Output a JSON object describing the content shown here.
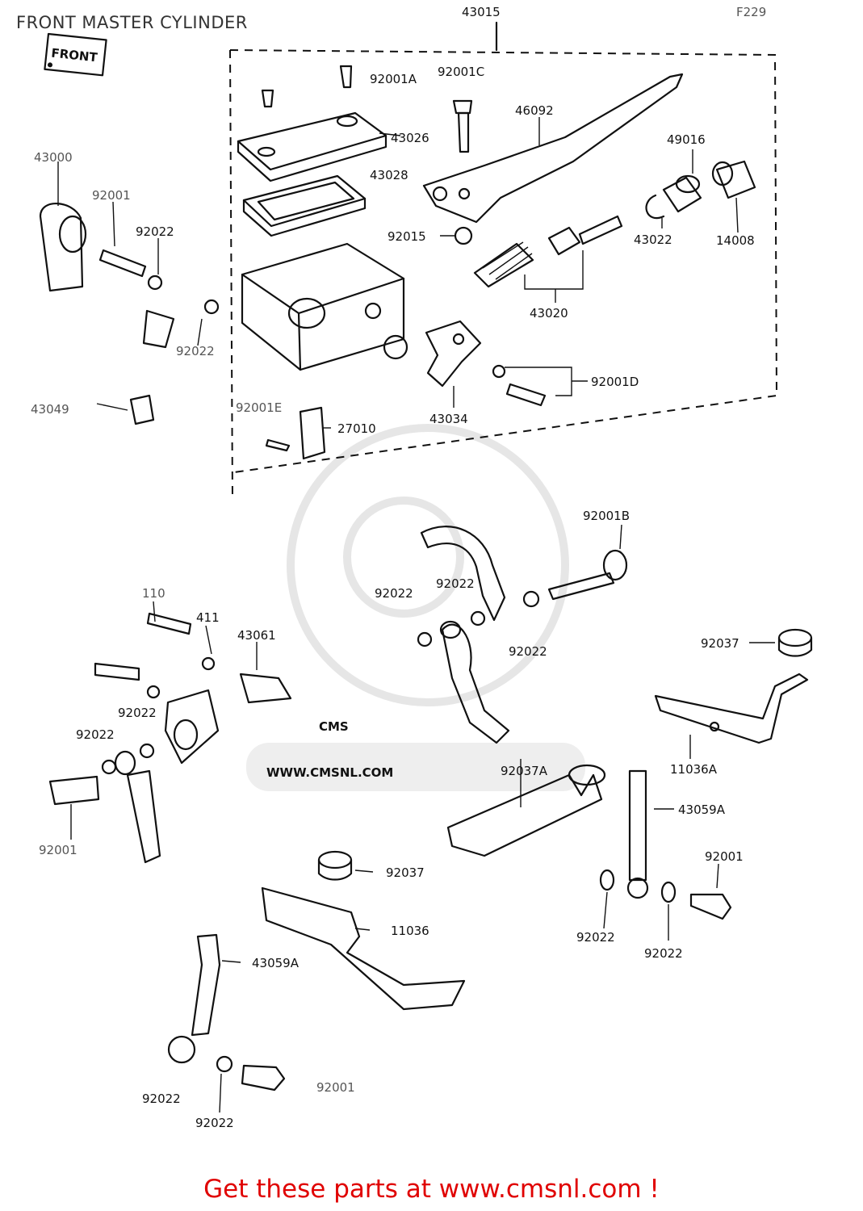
{
  "page": {
    "title": "FRONT MASTER CYLINDER",
    "footer": "Get these parts at www.cmsnl.com !",
    "diagram_code": "F229",
    "front_marker": "FRONT"
  },
  "watermark": {
    "text_big": "CMS",
    "text_url": "WWW.CMSNL.COM"
  },
  "parts": [
    {
      "id": "p43015",
      "label": "43015"
    },
    {
      "id": "p92001A",
      "label": "92001A"
    },
    {
      "id": "p92001C",
      "label": "92001C"
    },
    {
      "id": "p43026",
      "label": "43026"
    },
    {
      "id": "p46092",
      "label": "46092"
    },
    {
      "id": "p43028",
      "label": "43028"
    },
    {
      "id": "p49016",
      "label": "49016"
    },
    {
      "id": "p92015",
      "label": "92015"
    },
    {
      "id": "p14008",
      "label": "14008"
    },
    {
      "id": "p43022",
      "label": "43022"
    },
    {
      "id": "p43020",
      "label": "43020"
    },
    {
      "id": "p92001D",
      "label": "92001D"
    },
    {
      "id": "p43034",
      "label": "43034"
    },
    {
      "id": "p27010",
      "label": "27010"
    },
    {
      "id": "p92001E",
      "label": "92001E"
    },
    {
      "id": "p43000",
      "label": "43000"
    },
    {
      "id": "p92001_l",
      "label": "92001"
    },
    {
      "id": "p92022_a",
      "label": "92022"
    },
    {
      "id": "p92022_b",
      "label": "92022"
    },
    {
      "id": "p43049",
      "label": "43049"
    },
    {
      "id": "p92001B",
      "label": "92001B"
    },
    {
      "id": "p92022_c",
      "label": "92022"
    },
    {
      "id": "p92022_d",
      "label": "92022"
    },
    {
      "id": "p92022_e",
      "label": "92022"
    },
    {
      "id": "p110",
      "label": "110"
    },
    {
      "id": "p411",
      "label": "411"
    },
    {
      "id": "p43061",
      "label": "43061"
    },
    {
      "id": "p92037_r",
      "label": "92037"
    },
    {
      "id": "p92022_f",
      "label": "92022"
    },
    {
      "id": "p92022_g",
      "label": "92022"
    },
    {
      "id": "p92037A",
      "label": "92037A"
    },
    {
      "id": "p11036A",
      "label": "11036A"
    },
    {
      "id": "p43059A_r",
      "label": "43059A"
    },
    {
      "id": "p92001_m",
      "label": "92001"
    },
    {
      "id": "p92001_r",
      "label": "92001"
    },
    {
      "id": "p92022_h",
      "label": "92022"
    },
    {
      "id": "p92022_i",
      "label": "92022"
    },
    {
      "id": "p92037_m",
      "label": "92037"
    },
    {
      "id": "p11036",
      "label": "11036"
    },
    {
      "id": "p43059A_b",
      "label": "43059A"
    },
    {
      "id": "p92022_j",
      "label": "92022"
    },
    {
      "id": "p92022_k",
      "label": "92022"
    },
    {
      "id": "p92001_b",
      "label": "92001"
    }
  ]
}
